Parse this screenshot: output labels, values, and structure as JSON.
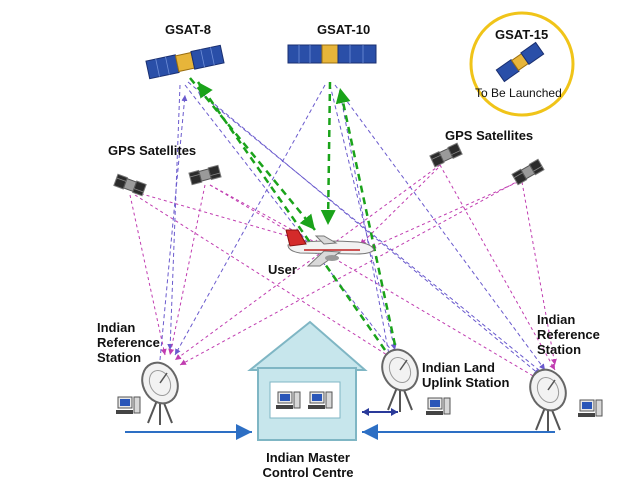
{
  "labels": {
    "gsat8": "GSAT-8",
    "gsat10": "GSAT-10",
    "gsat15": "GSAT-15",
    "to_be_launched": "To Be Launched",
    "gps_left": "GPS Satellites",
    "gps_right": "GPS Satellites",
    "user": "User",
    "ref_left": "Indian Reference Station",
    "ref_right": "Indian Reference Station",
    "uplink": "Indian Land Uplink Station",
    "master": "Indian Master Control Centre"
  },
  "colors": {
    "purple_link": "#6a5acd",
    "magenta_link": "#c03cb0",
    "green_link": "#1aa31a",
    "blue_arrow": "#2d6fc4",
    "building_fill": "#c7e6ec",
    "building_stroke": "#7fb6c4",
    "gsat15_circle": "#f0c419",
    "solar_panel": "#2a4fa8"
  }
}
